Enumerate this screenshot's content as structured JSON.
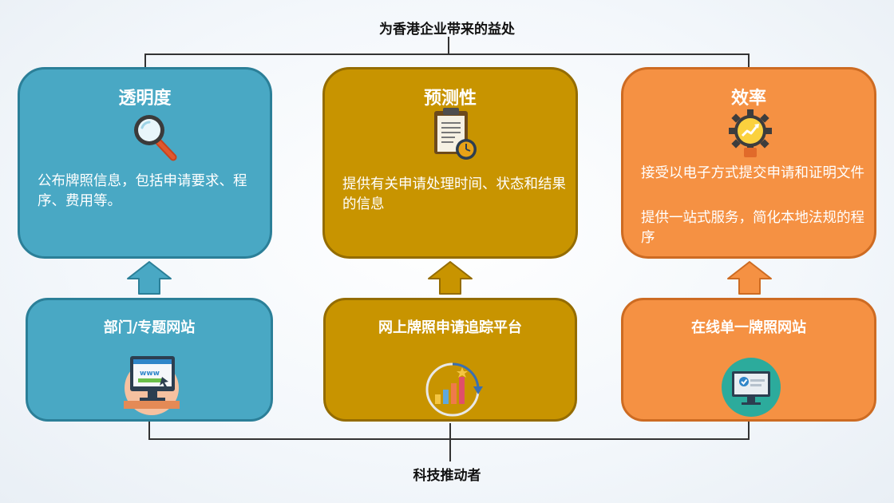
{
  "top_caption": "为香港企业带来的益处",
  "bottom_caption": "科技推动者",
  "benefits": [
    {
      "title": "透明度",
      "icon": "magnifier-icon",
      "paragraphs": [
        "公布牌照信息，包括申请要求、程序、费用等。"
      ]
    },
    {
      "title": "预测性",
      "icon": "clipboard-clock-icon",
      "paragraphs": [
        "提供有关申请处理时间、状态和结果的信息"
      ]
    },
    {
      "title": "效率",
      "icon": "gear-growth-icon",
      "paragraphs": [
        "接受以电子方式提交申请和证明文件",
        "提供一站式服务，简化本地法规的程序"
      ]
    }
  ],
  "enablers": [
    {
      "label": "部门/专题网站",
      "icon": "website-monitor-icon"
    },
    {
      "label": "网上牌照申请追踪平台",
      "icon": "growth-chart-icon"
    },
    {
      "label": "在线单一牌照网站",
      "icon": "monitor-check-icon"
    }
  ],
  "colors": {
    "blue": "#49a8c4",
    "gold": "#c89400",
    "orange": "#f59143"
  }
}
